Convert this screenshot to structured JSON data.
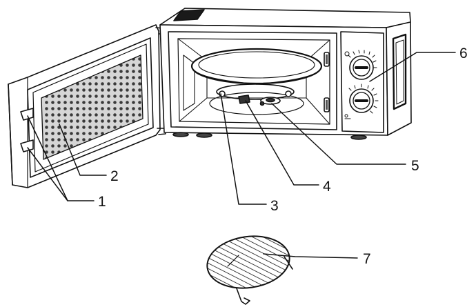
{
  "diagram": {
    "callouts": [
      {
        "number": "1"
      },
      {
        "number": "2"
      },
      {
        "number": "3"
      },
      {
        "number": "4"
      },
      {
        "number": "5"
      },
      {
        "number": "6"
      },
      {
        "number": "7"
      }
    ]
  },
  "colors": {
    "line": "#111111",
    "background": "#ffffff"
  }
}
